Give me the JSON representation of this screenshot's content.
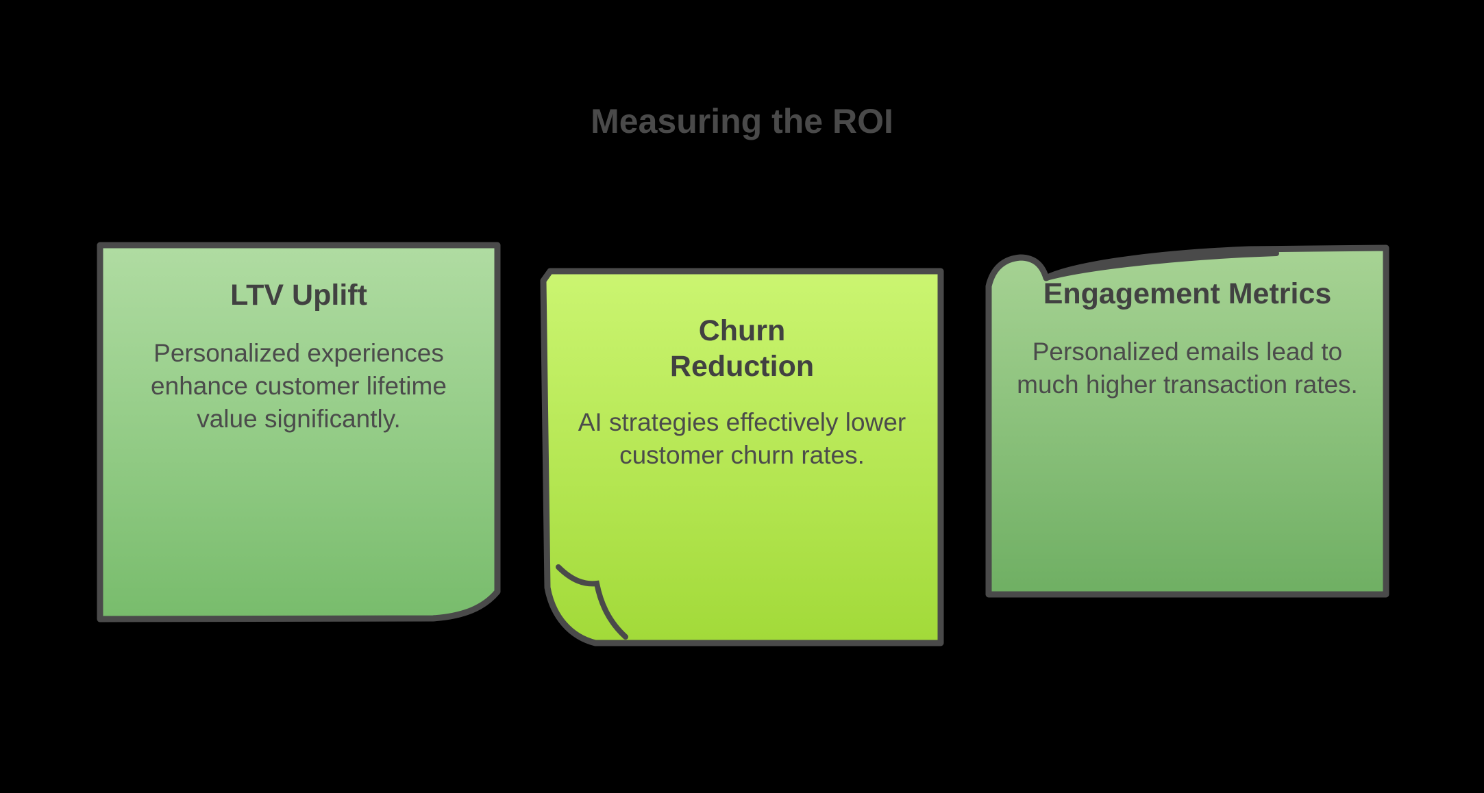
{
  "slide": {
    "title": "Measuring the ROI",
    "background_color": "#000000",
    "title_color": "#4a4a4a"
  },
  "cards": [
    {
      "id": "ltv-uplift",
      "title": "LTV Uplift",
      "body": "Personalized experiences enhance customer lifetime value significantly.",
      "fill_top": "#B0DCA2",
      "fill_bottom": "#78BC6C",
      "stroke": "#4a4a4a",
      "corner_style": "curled-bottom-right"
    },
    {
      "id": "churn-reduction",
      "title": "Churn\nReduction",
      "body": "AI strategies effectively lower customer churn rates.",
      "fill_top": "#CBF571",
      "fill_bottom": "#A2DA39",
      "stroke": "#4a4a4a",
      "corner_style": "curled-bottom-left"
    },
    {
      "id": "engagement-metrics",
      "title": "Engagement Metrics",
      "body": "Personalized emails lead to much higher transaction rates.",
      "fill_top": "#A7D394",
      "fill_bottom": "#6FAF63",
      "stroke": "#4a4a4a",
      "corner_style": "peeled-top-left"
    }
  ]
}
